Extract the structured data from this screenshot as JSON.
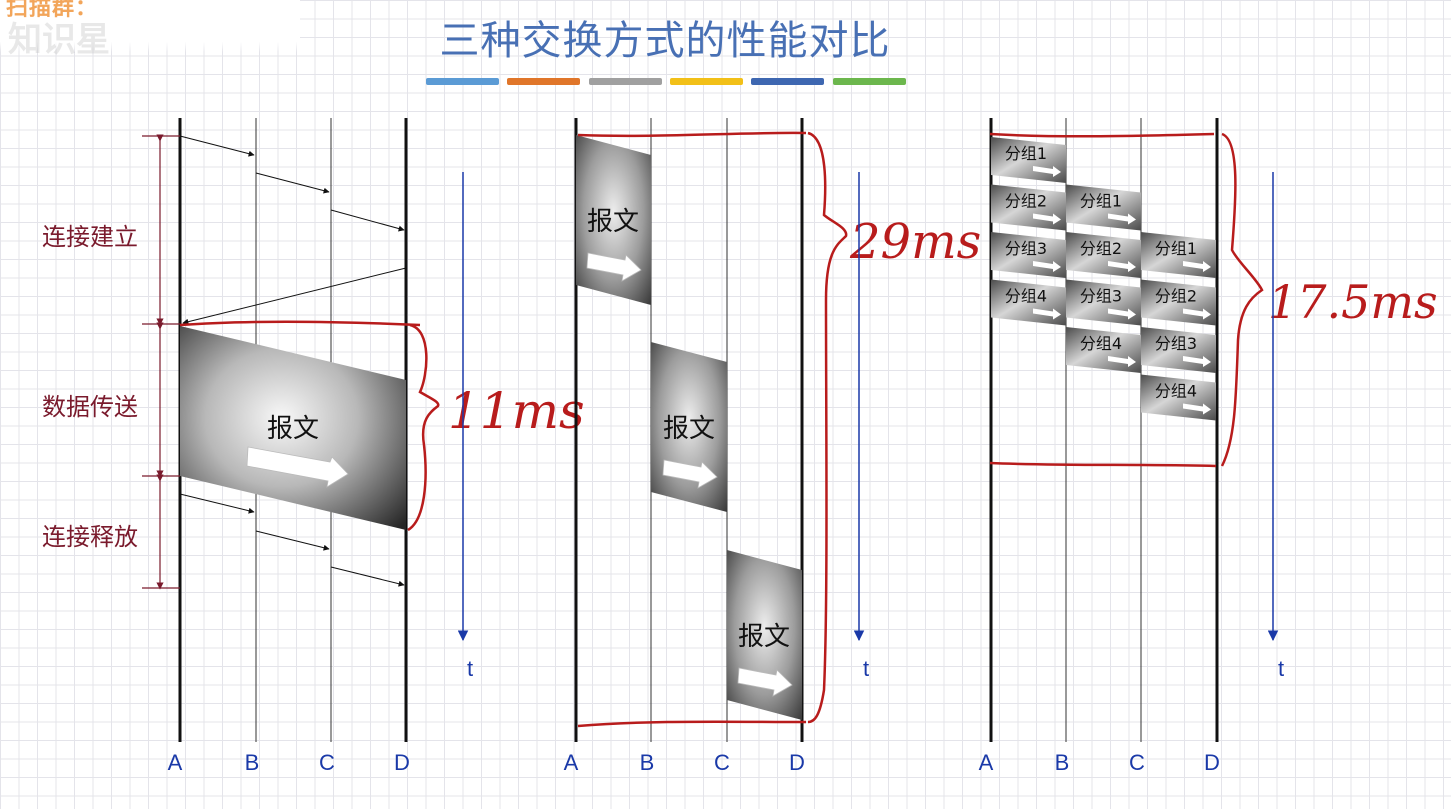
{
  "watermark": {
    "line1": "扫描群：",
    "line2": "知识星"
  },
  "title": "三种交换方式的性能对比",
  "title_color": "#4870b4",
  "color_bars": [
    "#5b9bd5",
    "#e0762a",
    "#a0a0a0",
    "#f2c018",
    "#3e67b1",
    "#6cb74d"
  ],
  "node_labels": [
    "A",
    "B",
    "C",
    "D"
  ],
  "time_label": "t",
  "axis_label_color": "#1a39a8",
  "phase_color": "#7a1a2c",
  "annotation_color": "#b81c1c",
  "circuit": {
    "phases": [
      "连接建立",
      "数据传送",
      "连接释放"
    ],
    "message_label": "报文",
    "annotation": "11ms"
  },
  "message_switching": {
    "message_label": "报文",
    "annotation": "29ms"
  },
  "packet_switching": {
    "packets": [
      "分组1",
      "分组2",
      "分组3",
      "分组4"
    ],
    "annotation": "17.5ms"
  }
}
